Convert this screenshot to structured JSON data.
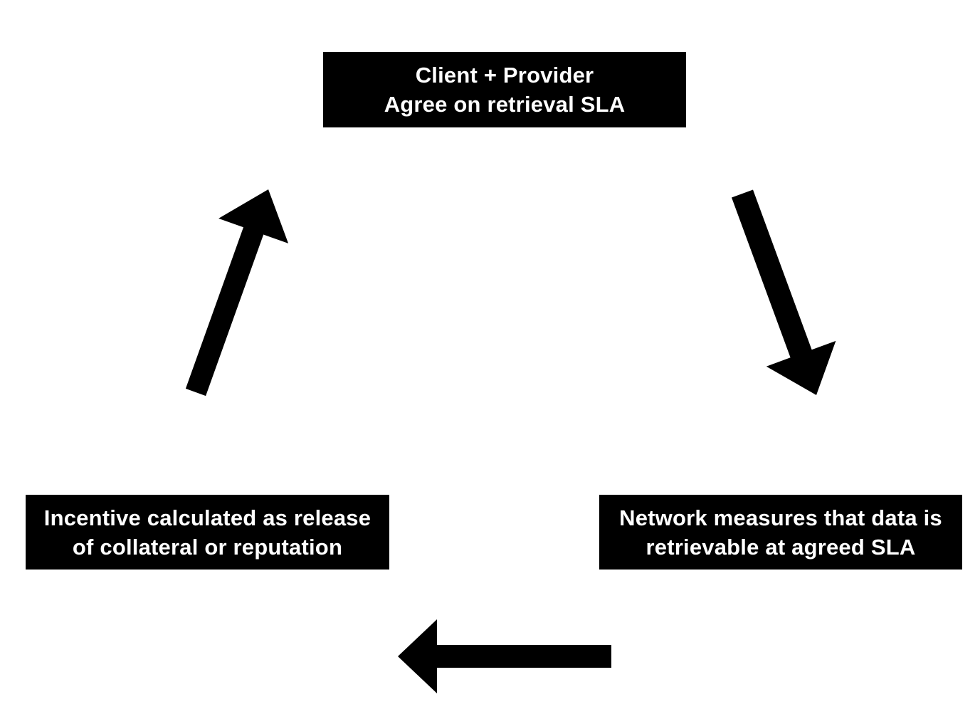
{
  "diagram": {
    "description": "Retrieval SLA incentive cycle",
    "colors": {
      "background": "#ffffff",
      "node_fill": "#000000",
      "node_text": "#ffffff",
      "arrow": "#000000"
    },
    "nodes": {
      "top": {
        "line1": "Client + Provider",
        "line2": "Agree on retrieval SLA"
      },
      "bottom_right": {
        "line1": "Network measures that data is",
        "line2": "retrievable at agreed SLA"
      },
      "bottom_left": {
        "line1": "Incentive calculated as release",
        "line2": "of collateral or reputation"
      }
    },
    "arrows": {
      "top_to_bottom_right": "down-right",
      "bottom_right_to_bottom_left": "left",
      "bottom_left_to_top": "up-right"
    }
  }
}
